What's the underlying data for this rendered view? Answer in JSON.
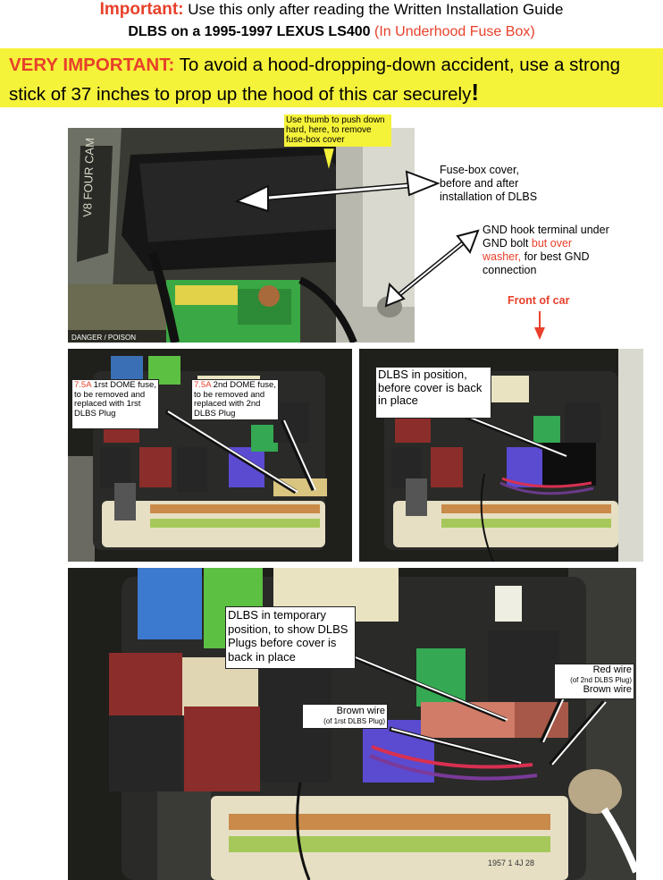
{
  "header": {
    "important_word": "Important:",
    "important_text": "Use this only after reading the Written Installation Guide",
    "subtitle_main": "DLBS on a 1995-1997 LEXUS LS400",
    "subtitle_red": "(In Underhood Fuse Box)",
    "warning_lead": "VERY IMPORTANT:",
    "warning_text": "To avoid a hood-dropping-down accident, use a strong stick of 37 inches to prop up the hood of this car securely",
    "warning_bang": "!"
  },
  "photo1": {
    "thumb_note": "Use thumb to push down hard, here, to remove fuse-box cover",
    "cover_note": "Fuse-box cover, before and after installation of DLBS",
    "gnd_note_a": "GND hook terminal under GND bolt",
    "gnd_note_red": "but over washer,",
    "gnd_note_b": "for best GND connection",
    "front_note": "Front of car",
    "engine_text": "V8 FOUR CAM",
    "battery_text": "DANGER / POISON"
  },
  "photo2": {
    "fuse1_amp": "7.5A",
    "fuse1_text": "1rst DOME fuse, to be removed and replaced with 1rst DLBS Plug",
    "fuse2_amp": "7.5A",
    "fuse2_text": "2nd DOME fuse, to be removed and replaced with 2nd DLBS Plug"
  },
  "photo3": {
    "position_note": "DLBS in position, before cover is back in place"
  },
  "photo4": {
    "temp_note": "DLBS in temporary position, to show DLBS Plugs before cover is back in place",
    "red_wire": "Red wire",
    "red_wire_sub": "(of 2nd DLBS Plug)",
    "brown_wire_right": "Brown wire",
    "brown_wire": "Brown wire",
    "brown_wire_sub": "(of 1rst DLBS Plug)",
    "stamp_text": "1957 1 4J 28"
  },
  "colors": {
    "accent_red": "#e8402a",
    "highlight_yellow": "#f5f23a"
  }
}
